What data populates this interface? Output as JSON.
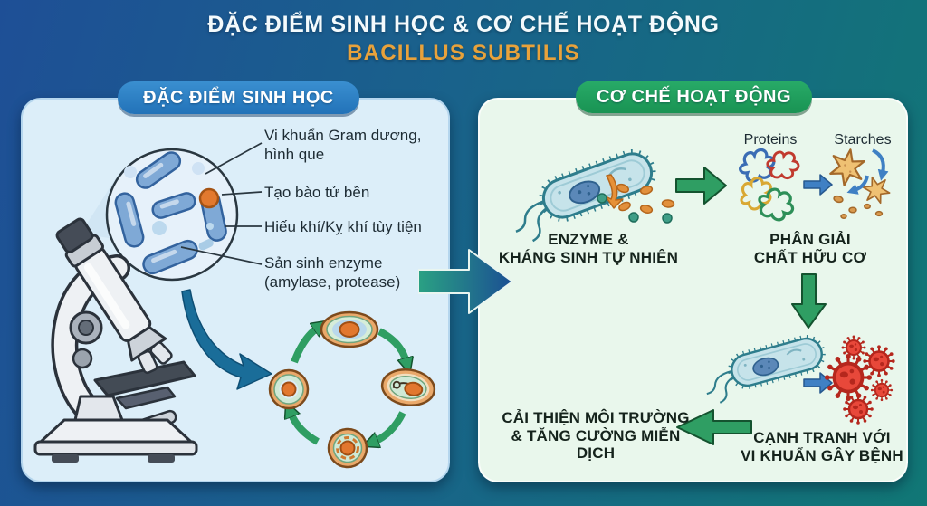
{
  "title": {
    "line1": "ĐẶC ĐIỂM SINH HỌC & CƠ CHẾ HOẠT ĐỘNG",
    "line2": "BACILLUS SUBTILIS"
  },
  "colors": {
    "background_left": "#1e4f96",
    "background_right": "#117775",
    "left_pill_blue": "#2b7cc4",
    "right_pill_green": "#1da05e",
    "subtitle_orange": "#e8a23b",
    "arrow_green": "#2f9e63",
    "arrow_blue_small": "#3f80c4",
    "panel_left_bg": "#dceef9",
    "panel_right_bg": "#e9f7ec",
    "spore_orange": "#e2772e",
    "virus_red": "#e8483a"
  },
  "left_panel": {
    "header": "ĐẶC ĐIỂM SINH HỌC",
    "labels": {
      "gram_line1": "Vi khuẩn Gram dương,",
      "gram_line2": "hình que",
      "spore": "Tạo bào tử bền",
      "aerobic": "Hiếu khí/Kỵ khí tùy tiện",
      "enzyme_line1": "Sản sinh enzyme",
      "enzyme_line2": "(amylase, protease)"
    },
    "icons": [
      "microscope-icon",
      "magnified-bacteria-icon",
      "spore-lifecycle-icon",
      "curved-arrow-icon"
    ]
  },
  "right_panel": {
    "header": "CƠ CHẾ HOẠT ĐỘNG",
    "step_enzyme": {
      "line1": "ENZYME &",
      "line2": "KHÁNG SINH TỰ NHIÊN"
    },
    "proteins_label": "Proteins",
    "starches_label": "Starches",
    "step_decompose": {
      "line1": "PHÂN GIẢI",
      "line2": "CHẤT HỮU CƠ"
    },
    "step_compete": {
      "line1": "CẠNH TRANH VỚI",
      "line2": "VI KHUẨN GÂY BỆNH"
    },
    "step_improve": {
      "line1": "CẢI THIỆN MÔI TRƯỜNG",
      "line2": "& TĂNG CƯỜNG MIỄN DỊCH"
    },
    "icons": [
      "bacteria-cell-icon",
      "enzyme-secretion-icon",
      "protein-molecules-icon",
      "starch-granules-icon",
      "pathogen-virus-icon",
      "green-arrow-icon",
      "blue-arrow-icon"
    ]
  }
}
